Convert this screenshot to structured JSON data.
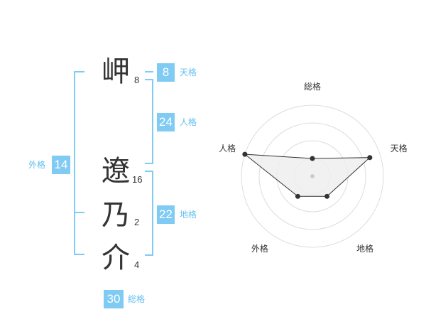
{
  "name": {
    "characters": [
      {
        "char": "岬",
        "strokes": "8"
      },
      {
        "char": "遼",
        "strokes": "16"
      },
      {
        "char": "乃",
        "strokes": "2"
      },
      {
        "char": "介",
        "strokes": "4"
      }
    ]
  },
  "grids": {
    "tenkaku": {
      "value": "8",
      "label": "天格"
    },
    "jinkaku": {
      "value": "24",
      "label": "人格"
    },
    "chikaku": {
      "value": "22",
      "label": "地格"
    },
    "gaikaku": {
      "value": "14",
      "label": "外格"
    },
    "soukaku": {
      "value": "30",
      "label": "総格"
    }
  },
  "chart_data": {
    "type": "radar",
    "axes": [
      "総格",
      "天格",
      "地格",
      "外格",
      "人格"
    ],
    "values": [
      0.25,
      0.85,
      0.35,
      0.35,
      1.0
    ],
    "rings": 4,
    "colors": {
      "fill": "#eeeeee",
      "stroke": "#333333",
      "ring": "#dddddd",
      "center": "#cccccc"
    }
  }
}
